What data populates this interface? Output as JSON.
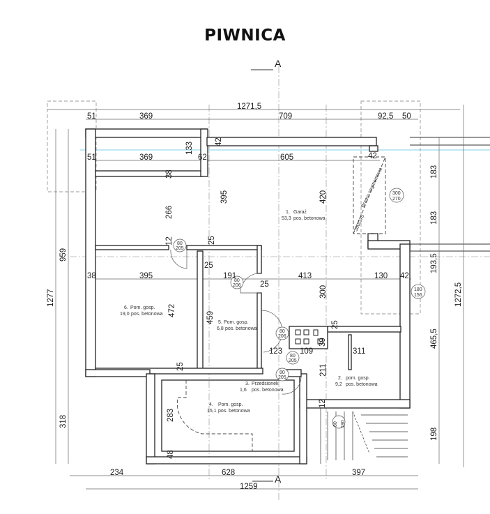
{
  "title": "PIWNICA",
  "section_marker": "A",
  "dimensions": {
    "top_total": "1271,5",
    "top_outer": [
      "51",
      "369",
      "709",
      "92,5",
      "50"
    ],
    "top_inner": [
      "51",
      "369",
      "62",
      "605",
      "42"
    ],
    "top_misc": [
      "133",
      "42",
      "38"
    ],
    "upper_vertical": [
      "395",
      "420",
      "266",
      "12",
      "25"
    ],
    "mid_row": [
      "38",
      "395",
      "191",
      "413",
      "130",
      "42",
      "25",
      "25"
    ],
    "mid_vertical": [
      "472",
      "459",
      "300",
      "25",
      "39",
      "211",
      "25",
      "12",
      "283",
      "48"
    ],
    "lower_row": [
      "123",
      "109",
      "311"
    ],
    "left": [
      "959",
      "1277",
      "318"
    ],
    "right": [
      "183",
      "183",
      "193,5",
      "1272,5",
      "465,5",
      "198"
    ],
    "bottom": [
      "234",
      "628",
      "397"
    ],
    "bottom_total": "1259"
  },
  "rooms": [
    {
      "num": "1.",
      "name": "Garaż",
      "area": "53,3",
      "floor": "pos. betonowa"
    },
    {
      "num": "2.",
      "name": "pom. gosp.",
      "area": "9,2",
      "floor": "pos. betonowa"
    },
    {
      "num": "3.",
      "name": "Przedsionek",
      "area": "1,6",
      "floor": "pos. betonowa"
    },
    {
      "num": "4.",
      "name": "Pom. gosp.",
      "area": "15,1",
      "floor": "pos. betonowa"
    },
    {
      "num": "5.",
      "name": "Pom. gosp.",
      "area": "6,8",
      "floor": "pos. betonowa"
    },
    {
      "num": "6.",
      "name": "Pom. gosp.",
      "area": "19,0",
      "floor": "pos. betonowa"
    }
  ],
  "openings": [
    {
      "w": "80",
      "h": "205"
    },
    {
      "w": "80",
      "h": "206"
    },
    {
      "w": "80",
      "h": "206"
    },
    {
      "w": "80",
      "h": "205"
    },
    {
      "w": "80",
      "h": "205"
    },
    {
      "w": "300",
      "h": "270"
    },
    {
      "w": "180",
      "h": "156"
    },
    {
      "w": "80",
      "h": "190"
    }
  ],
  "garage_gate": {
    "label": "Brama segmentowa",
    "size": "300/270"
  }
}
